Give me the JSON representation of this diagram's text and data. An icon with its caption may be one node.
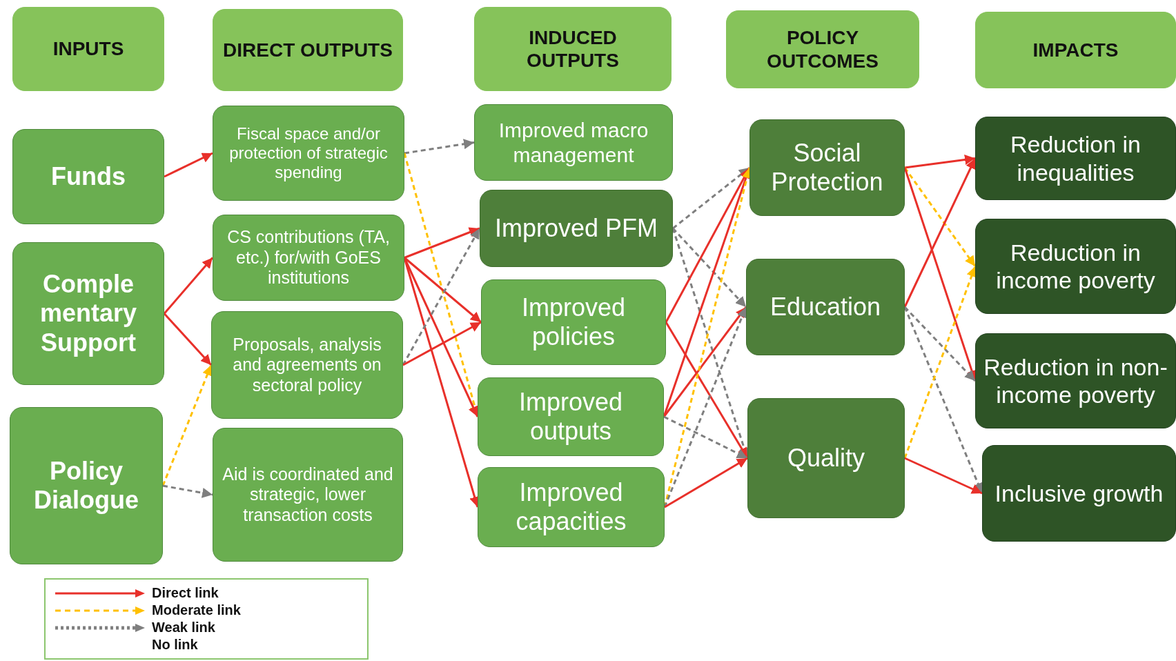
{
  "diagram": {
    "nodes": [
      {
        "text": [
          "INPUTS"
        ]
      },
      {
        "text": [
          "DIRECT OUTPUTS"
        ]
      },
      {
        "text": [
          "INDUCED OUTPUTS"
        ]
      },
      {
        "text": [
          "POLICY OUTCOMES"
        ]
      },
      {
        "text": [
          "IMPACTS"
        ]
      },
      {
        "text": [
          "Funds"
        ]
      },
      {
        "text": [
          "Comple mentary Support"
        ]
      },
      {
        "text": [
          "Policy Dialogue"
        ]
      },
      {
        "text": [
          "Fiscal space and/or protection of strategic spending"
        ]
      },
      {
        "text": [
          "CS contributions (TA, etc.) for/with GoES institutions"
        ]
      },
      {
        "text": [
          "Proposals, analysis and agreements on sectoral policy"
        ]
      },
      {
        "text": [
          "Aid is coordinated and strategic, lower transaction costs"
        ]
      },
      {
        "text": [
          "Improved macro management"
        ]
      },
      {
        "text": [
          "Improved PFM"
        ]
      },
      {
        "text": [
          "Improved policies"
        ]
      },
      {
        "text": [
          "Improved outputs"
        ]
      },
      {
        "text": [
          "Improved capacities"
        ]
      },
      {
        "text": [
          "Social Protection"
        ]
      },
      {
        "text": [
          "Education"
        ]
      },
      {
        "text": [
          "Quality"
        ]
      },
      {
        "text": [
          "Reduction in inequalities"
        ]
      },
      {
        "text": [
          "Reduction in income poverty"
        ]
      },
      {
        "text": [
          "Reduction in non-income poverty"
        ]
      },
      {
        "text": [
          "Inclusive growth"
        ]
      }
    ],
    "edges": [
      {
        "from": 5,
        "to": 8,
        "arrow": "to"
      },
      {
        "from": 6,
        "to": 9,
        "arrow": "to"
      },
      {
        "from": 6,
        "to": 10,
        "arrow": "to"
      },
      {
        "from": 7,
        "to": 10,
        "arrow": "to",
        "style": "dashed",
        "color": "#ffc000"
      },
      {
        "from": 7,
        "to": 11,
        "arrow": "to",
        "style": "dashed",
        "color": "#7f7f7f"
      },
      {
        "from": 8,
        "to": 12,
        "arrow": "to",
        "style": "dashed",
        "color": "#7f7f7f"
      },
      {
        "from": 8,
        "to": 15,
        "arrow": "to",
        "style": "dashed",
        "color": "#ffc000"
      },
      {
        "from": 9,
        "to": 13,
        "arrow": "to"
      },
      {
        "from": 9,
        "to": 14,
        "arrow": "to"
      },
      {
        "from": 9,
        "to": 15,
        "arrow": "to"
      },
      {
        "from": 9,
        "to": 16,
        "arrow": "to"
      },
      {
        "from": 10,
        "to": 13,
        "arrow": "to",
        "style": "dashed",
        "color": "#7f7f7f"
      },
      {
        "from": 10,
        "to": 14,
        "arrow": "to"
      },
      {
        "from": 13,
        "to": 17,
        "arrow": "to",
        "style": "dashed",
        "color": "#7f7f7f"
      },
      {
        "from": 13,
        "to": 18,
        "arrow": "to",
        "style": "dashed",
        "color": "#7f7f7f"
      },
      {
        "from": 13,
        "to": 19,
        "arrow": "to",
        "style": "dashed",
        "color": "#7f7f7f"
      },
      {
        "from": 14,
        "to": 17,
        "arrow": "to"
      },
      {
        "from": 14,
        "to": 19,
        "arrow": "to"
      },
      {
        "from": 15,
        "to": 17,
        "arrow": "to"
      },
      {
        "from": 15,
        "to": 18,
        "arrow": "to"
      },
      {
        "from": 15,
        "to": 19,
        "arrow": "to",
        "style": "dashed",
        "color": "#7f7f7f"
      },
      {
        "from": 16,
        "to": 17,
        "arrow": "to",
        "style": "dashed",
        "color": "#ffc000"
      },
      {
        "from": 16,
        "to": 18,
        "arrow": "to",
        "style": "dashed",
        "color": "#7f7f7f"
      },
      {
        "from": 16,
        "to": 19,
        "arrow": "to"
      },
      {
        "from": 17,
        "to": 20,
        "arrow": "to"
      },
      {
        "from": 17,
        "to": 21,
        "arrow": "to",
        "style": "dashed",
        "color": "#ffc000"
      },
      {
        "from": 17,
        "to": 22,
        "arrow": "to"
      },
      {
        "from": 18,
        "to": 20,
        "arrow": "to"
      },
      {
        "from": 18,
        "to": 22,
        "arrow": "to",
        "style": "dashed",
        "color": "#7f7f7f"
      },
      {
        "from": 18,
        "to": 23,
        "arrow": "to",
        "style": "dashed",
        "color": "#7f7f7f"
      },
      {
        "from": 19,
        "to": 21,
        "arrow": "to",
        "style": "dashed",
        "color": "#ffc000"
      },
      {
        "from": 19,
        "to": 23,
        "arrow": "to"
      }
    ],
    "legend": [
      {
        "text": "Direct link"
      },
      {
        "text": "Moderate link"
      },
      {
        "text": "Weak link"
      },
      {
        "text": "No link"
      }
    ]
  }
}
